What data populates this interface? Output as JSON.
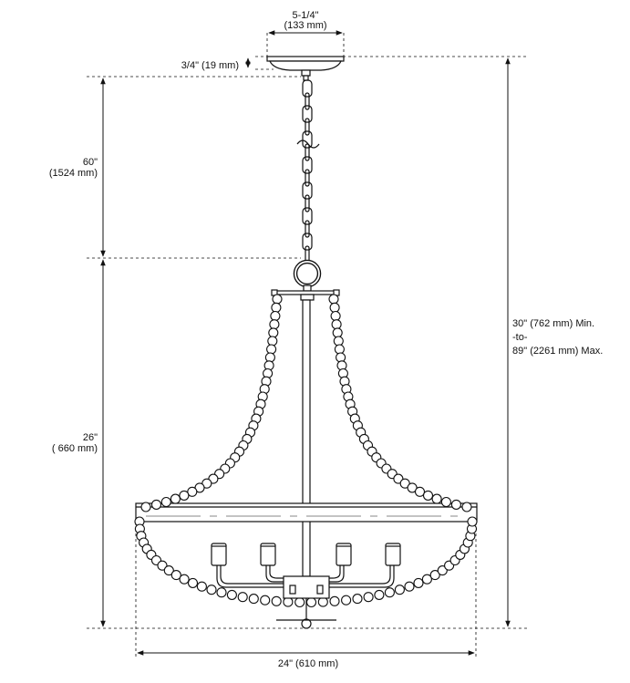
{
  "colors": {
    "ink": "#111111",
    "background": "#ffffff"
  },
  "dimensions": {
    "canopy_width": {
      "imperial": "5-1/4\"",
      "metric": "(133 mm)"
    },
    "canopy_height": {
      "text": "3/4\" (19 mm)"
    },
    "chain_length": {
      "imperial": "60\"",
      "metric": "(1524 mm)"
    },
    "fixture_height": {
      "imperial": "26\"",
      "metric": "( 660 mm)"
    },
    "overall_height": {
      "line1": "30\" (762 mm) Min.",
      "line2": "-to-",
      "line3": "89\" (2261 mm) Max."
    },
    "fixture_width": {
      "text": "24\" (610 mm)"
    }
  }
}
